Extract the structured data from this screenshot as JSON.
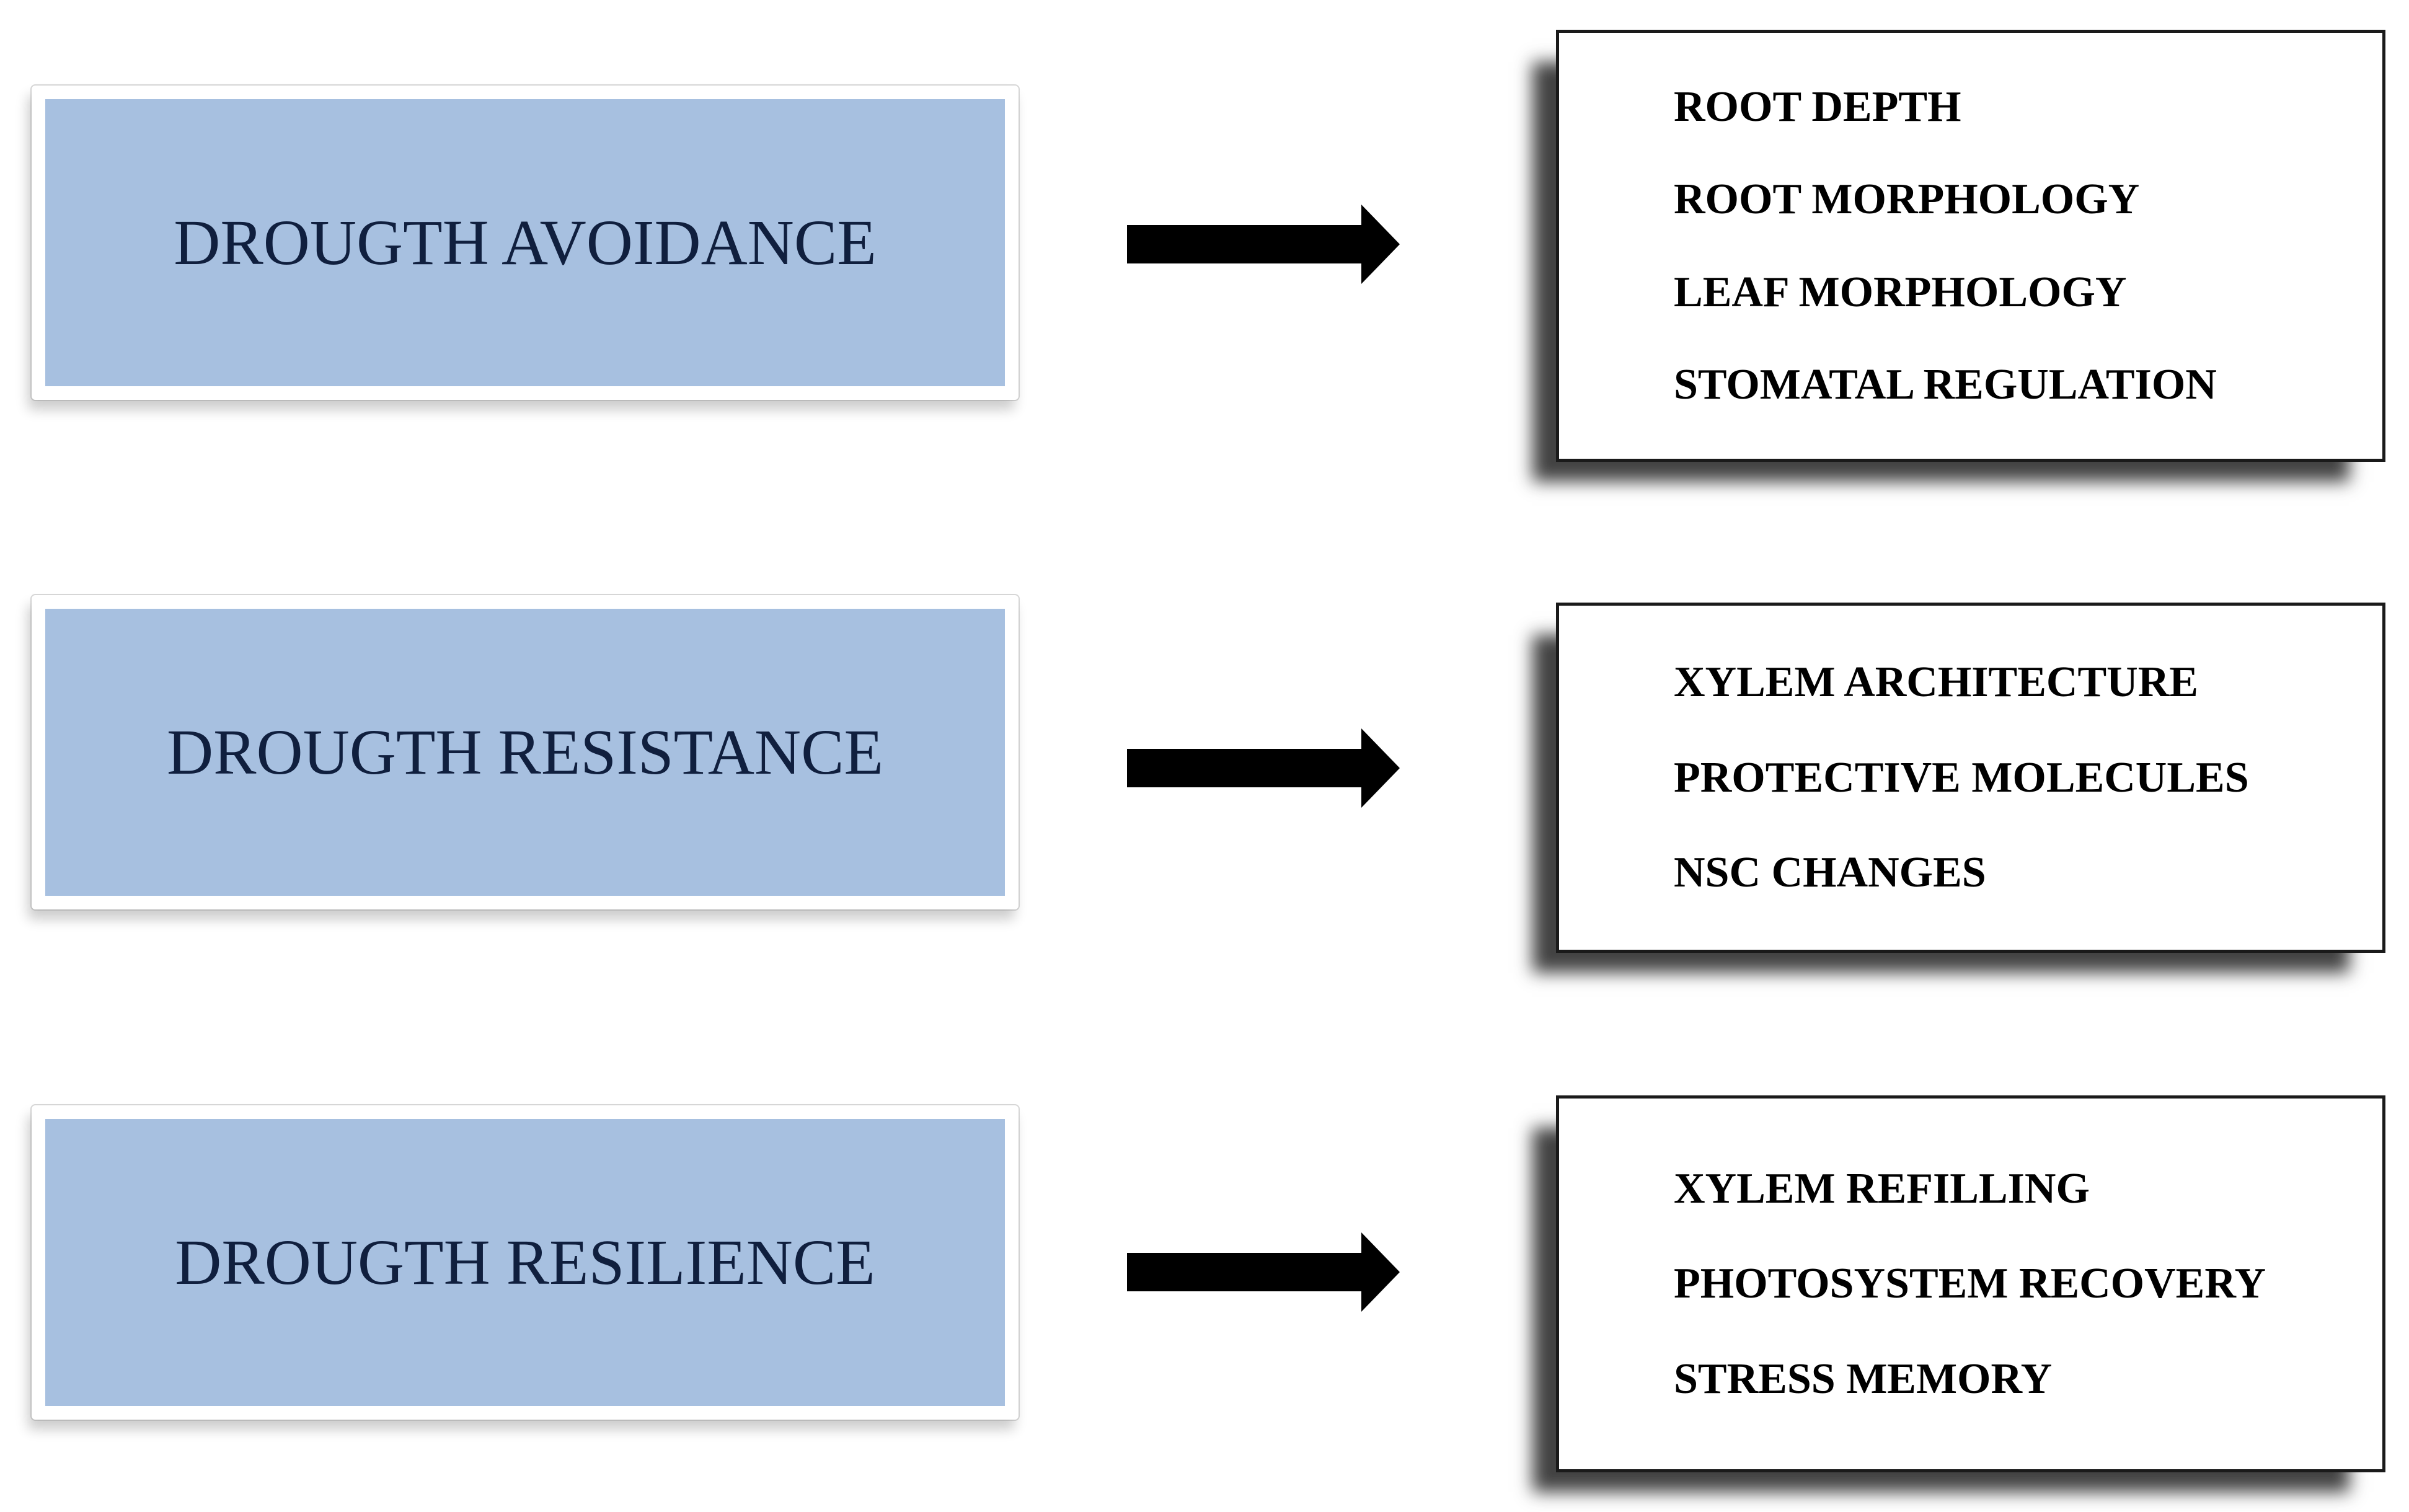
{
  "figure": {
    "rows": [
      {
        "category": "DROUGTH AVOIDANCE",
        "traits": [
          "ROOT DEPTH",
          "ROOT MORPHOLOGY",
          "LEAF MORPHOLOGY",
          "STOMATAL REGULATION"
        ]
      },
      {
        "category": "DROUGTH RESISTANCE",
        "traits": [
          "XYLEM ARCHITECTURE",
          "PROTECTIVE MOLECULES",
          "NSC CHANGES"
        ]
      },
      {
        "category": "DROUGTH RESILIENCE",
        "traits": [
          "XYLEM REFILLING",
          "PHOTOSYSTEM RECOVERY",
          "STRESS MEMORY"
        ]
      }
    ],
    "colors": {
      "background": "#ffffff",
      "category_fill": "#a7c0e0",
      "category_text": "#101f3e",
      "trait_text": "#000000",
      "arrow": "#000000",
      "box_border": "#1a1a1a"
    }
  }
}
